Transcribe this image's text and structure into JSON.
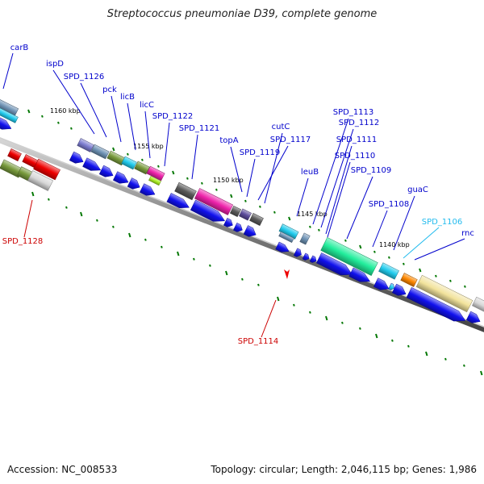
{
  "title": "Streptococcus pneumoniae D39, complete genome",
  "footer": {
    "accession": "Accession: NC_008533",
    "topology": "Topology: circular; Length: 2,046,115 bp; Genes: 1,986"
  },
  "scale_labels": [
    "1160 kbp",
    "1155 kbp",
    "1150 kbp",
    "1145 kbp",
    "1140 kbp"
  ],
  "gene_labels": [
    {
      "text": "carB",
      "color": "#0000cc"
    },
    {
      "text": "ispD",
      "color": "#0000cc"
    },
    {
      "text": "SPD_1126",
      "color": "#0000cc"
    },
    {
      "text": "pck",
      "color": "#0000cc"
    },
    {
      "text": "licB",
      "color": "#0000cc"
    },
    {
      "text": "licC",
      "color": "#0000cc"
    },
    {
      "text": "SPD_1122",
      "color": "#0000cc"
    },
    {
      "text": "SPD_1121",
      "color": "#0000cc"
    },
    {
      "text": "topA",
      "color": "#0000cc"
    },
    {
      "text": "SPD_1119",
      "color": "#0000cc"
    },
    {
      "text": "cutC",
      "color": "#0000cc"
    },
    {
      "text": "SPD_1117",
      "color": "#0000cc"
    },
    {
      "text": "leuB",
      "color": "#0000cc"
    },
    {
      "text": "SPD_1113",
      "color": "#0000cc"
    },
    {
      "text": "SPD_1112",
      "color": "#0000cc"
    },
    {
      "text": "SPD_1111",
      "color": "#0000cc"
    },
    {
      "text": "SPD_1110",
      "color": "#0000cc"
    },
    {
      "text": "SPD_1109",
      "color": "#0000cc"
    },
    {
      "text": "SPD_1108",
      "color": "#0000cc"
    },
    {
      "text": "guaC",
      "color": "#0000cc"
    },
    {
      "text": "SPD_1106",
      "color": "#22bbee"
    },
    {
      "text": "rnc",
      "color": "#0000cc"
    },
    {
      "text": "SPD_1128",
      "color": "#cc0000"
    },
    {
      "text": "SPD_1114",
      "color": "#cc0000"
    }
  ]
}
